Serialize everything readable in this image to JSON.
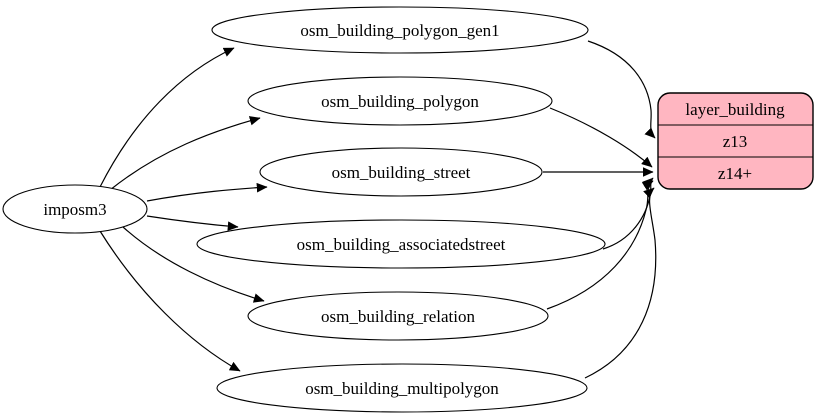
{
  "diagram": {
    "type": "graphviz-flow",
    "background_color": "#ffffff",
    "edge_color": "#000000",
    "source_node": {
      "label": "imposm3"
    },
    "table_nodes": [
      {
        "label": "osm_building_polygon_gen1"
      },
      {
        "label": "osm_building_polygon"
      },
      {
        "label": "osm_building_street"
      },
      {
        "label": "osm_building_associatedstreet"
      },
      {
        "label": "osm_building_relation"
      },
      {
        "label": "osm_building_multipolygon"
      }
    ],
    "layer_node": {
      "title": "layer_building",
      "rows": [
        {
          "label": "z13"
        },
        {
          "label": "z14+"
        }
      ],
      "fill": "#ffb6c1",
      "stroke": "#000000"
    },
    "edges": [
      {
        "from": "imposm3",
        "to": "osm_building_polygon_gen1"
      },
      {
        "from": "imposm3",
        "to": "osm_building_polygon"
      },
      {
        "from": "imposm3",
        "to": "osm_building_street"
      },
      {
        "from": "imposm3",
        "to": "osm_building_associatedstreet"
      },
      {
        "from": "imposm3",
        "to": "osm_building_relation"
      },
      {
        "from": "imposm3",
        "to": "osm_building_multipolygon"
      },
      {
        "from": "osm_building_polygon_gen1",
        "to": "layer_building.z13"
      },
      {
        "from": "osm_building_polygon",
        "to": "layer_building.z14+"
      },
      {
        "from": "osm_building_street",
        "to": "layer_building.z14+"
      },
      {
        "from": "osm_building_associatedstreet",
        "to": "layer_building.z14+"
      },
      {
        "from": "osm_building_relation",
        "to": "layer_building.z14+"
      },
      {
        "from": "osm_building_multipolygon",
        "to": "layer_building.z14+"
      }
    ]
  }
}
